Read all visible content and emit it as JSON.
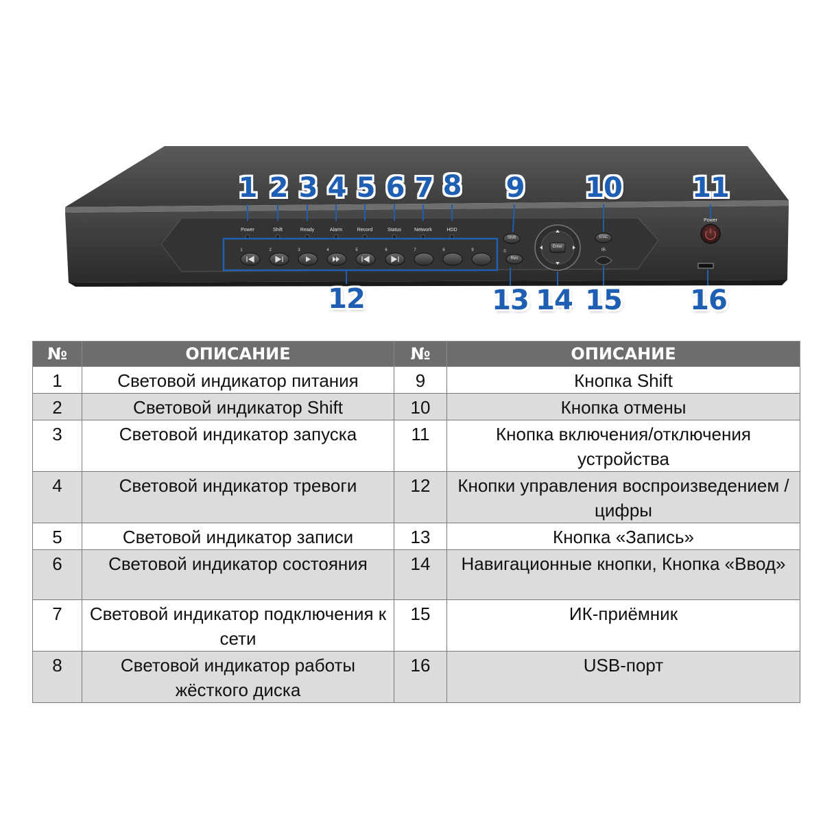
{
  "device": {
    "indicator_labels": [
      "Power",
      "Shift",
      "Ready",
      "Alarm",
      "Record",
      "Status",
      "Network",
      "HDD"
    ],
    "button_numbers": [
      "1",
      "2",
      "3",
      "4",
      "5",
      "6",
      "7",
      "8",
      "9"
    ],
    "shift_button_label": "Shift",
    "rec_button_label": "Rec",
    "rec_zero_label": "0",
    "enter_button_label": "Enter",
    "esc_button_label": "ESC",
    "ir_label": "IR",
    "power_label": "Power"
  },
  "callouts": [
    "1",
    "2",
    "3",
    "4",
    "5",
    "6",
    "7",
    "8",
    "9",
    "10",
    "11",
    "12",
    "13",
    "14",
    "15",
    "16"
  ],
  "table": {
    "headers": [
      "№",
      "ОПИСАНИЕ",
      "№",
      "ОПИСАНИЕ"
    ],
    "rows": [
      {
        "n1": "1",
        "d1": "Световой индикатор питания",
        "n2": "9",
        "d2": "Кнопка Shift"
      },
      {
        "n1": "2",
        "d1": "Световой индикатор Shift",
        "n2": "10",
        "d2": "Кнопка отмены"
      },
      {
        "n1": "3",
        "d1": "Световой индикатор запуска",
        "n2": "11",
        "d2": "Кнопка включения/отключения устройства"
      },
      {
        "n1": "4",
        "d1": "Световой индикатор тревоги",
        "n2": "12",
        "d2": "Кнопки управления воспроизведением / цифры"
      },
      {
        "n1": "5",
        "d1": "Световой индикатор записи",
        "n2": "13",
        "d2": "Кнопка «Запись»"
      },
      {
        "n1": "6",
        "d1": "Световой индикатор состояния",
        "n2": "14",
        "d2": "Навигационные кнопки, Кнопка «Ввод»"
      },
      {
        "n1": "7",
        "d1": "Световой индикатор подключения к сети",
        "n2": "15",
        "d2": "ИК-приёмник"
      },
      {
        "n1": "8",
        "d1": "Световой индикатор работы жёсткого диска",
        "n2": "16",
        "d2": "USB-порт"
      }
    ]
  },
  "colors": {
    "callout_blue": "#1f5fb3",
    "header_gray": "#6d6d6d",
    "row_dark": "#dcdcdc",
    "device_body": "#3a3a3a",
    "device_top": "#4a4a4a"
  }
}
